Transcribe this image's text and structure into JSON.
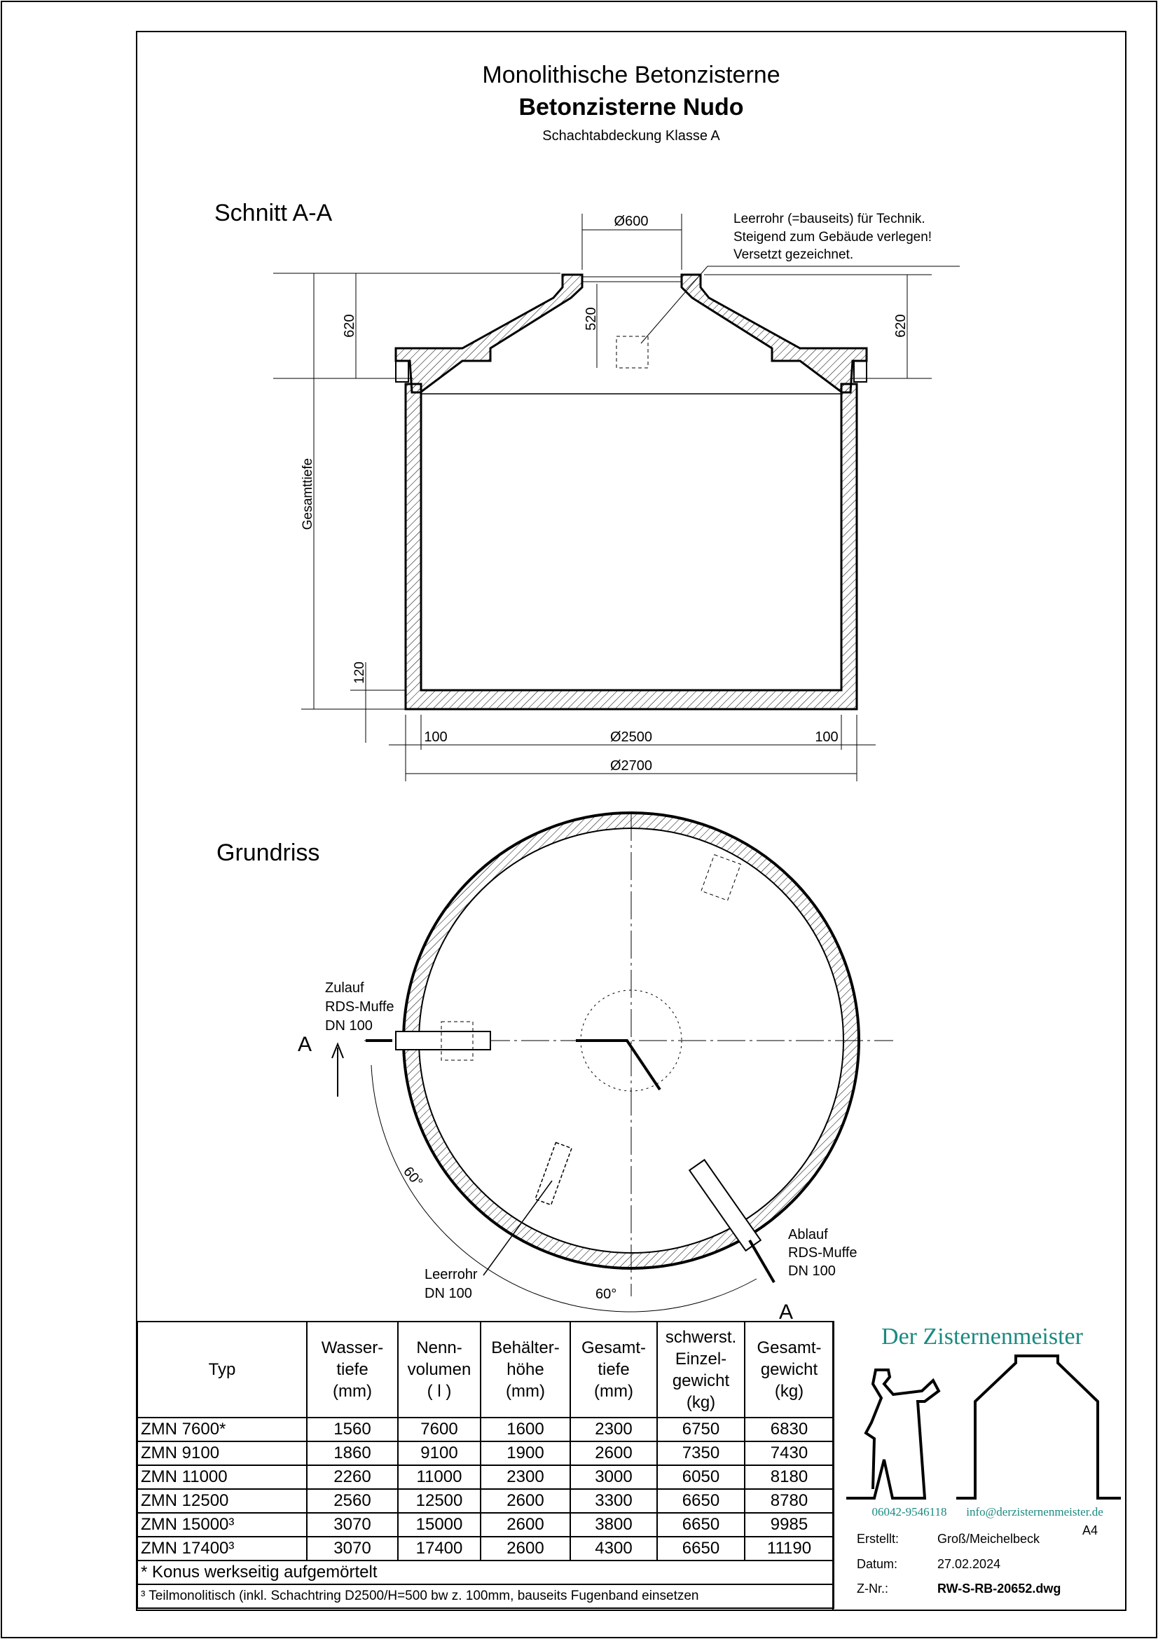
{
  "header": {
    "title": "Monolithische Betonzisterne",
    "subtitle": "Betonzisterne Nudo",
    "note": "Schachtabdeckung Klasse A"
  },
  "section": {
    "label": "Schnitt A-A",
    "dims": {
      "opening": "Ø600",
      "cone_left": "620",
      "cone_right": "620",
      "shaft": "520",
      "total_depth": "Gesamttiefe",
      "floor": "120",
      "wall_left": "100",
      "wall_right": "100",
      "inner_diameter": "Ø2500",
      "outer_diameter": "Ø2700"
    },
    "leerrohr_note": [
      "Leerrohr (=bauseits) für Technik.",
      "Steigend zum Gebäude verlegen!",
      "Versetzt gezeichnet."
    ]
  },
  "plan": {
    "label": "Grundriss",
    "inlet": [
      "Zulauf",
      "RDS-Muffe",
      "DN 100"
    ],
    "outlet": [
      "Ablauf",
      "RDS-Muffe",
      "DN 100"
    ],
    "conduit": [
      "Leerrohr",
      "DN 100"
    ],
    "angle_1": "60°",
    "angle_2": "60°",
    "section_marker_left": "A",
    "section_marker_right": "A"
  },
  "table": {
    "headers": [
      [
        "Typ"
      ],
      [
        "Wasser-",
        "tiefe",
        "(mm)"
      ],
      [
        "Nenn-",
        "volumen",
        "( l )"
      ],
      [
        "Behälter-",
        "höhe",
        "(mm)"
      ],
      [
        "Gesamt-",
        "tiefe",
        "(mm)"
      ],
      [
        "schwerst.",
        "Einzel-",
        "gewicht",
        "(kg)"
      ],
      [
        "Gesamt-",
        "gewicht",
        "(kg)"
      ]
    ],
    "rows": [
      [
        "ZMN 7600*",
        "1560",
        "7600",
        "1600",
        "2300",
        "6750",
        "6830"
      ],
      [
        "ZMN 9100",
        "1860",
        "9100",
        "1900",
        "2600",
        "7350",
        "7430"
      ],
      [
        "ZMN 11000",
        "2260",
        "11000",
        "2300",
        "3000",
        "6050",
        "8180"
      ],
      [
        "ZMN 12500",
        "2560",
        "12500",
        "2600",
        "3300",
        "6650",
        "8780"
      ],
      [
        "ZMN 15000³",
        "3070",
        "15000",
        "2600",
        "3800",
        "6650",
        "9985"
      ],
      [
        "ZMN 17400³",
        "3070",
        "17400",
        "2600",
        "4300",
        "6650",
        "11190"
      ]
    ],
    "footnotes": [
      "* Konus werkseitig aufgemörtelt",
      "³ Teilmonolitisch (inkl. Schachtring D2500/H=500 bw z. 100mm, bauseits Fugenband einsetzen"
    ]
  },
  "title_block": {
    "logo": "Der Zisternenmeister",
    "phone": "06042-9546118",
    "email": "info@derzisternenmeister.de",
    "format": "A4",
    "created_label": "Erstellt:",
    "created_value": "Groß/Meichelbeck",
    "date_label": "Datum:",
    "date_value": "27.02.2024",
    "drawing_no_label": "Z-Nr.:",
    "drawing_no_value": "RW-S-RB-20652.dwg"
  },
  "colors": {
    "brand": "#1a8a80",
    "line": "#000000"
  }
}
